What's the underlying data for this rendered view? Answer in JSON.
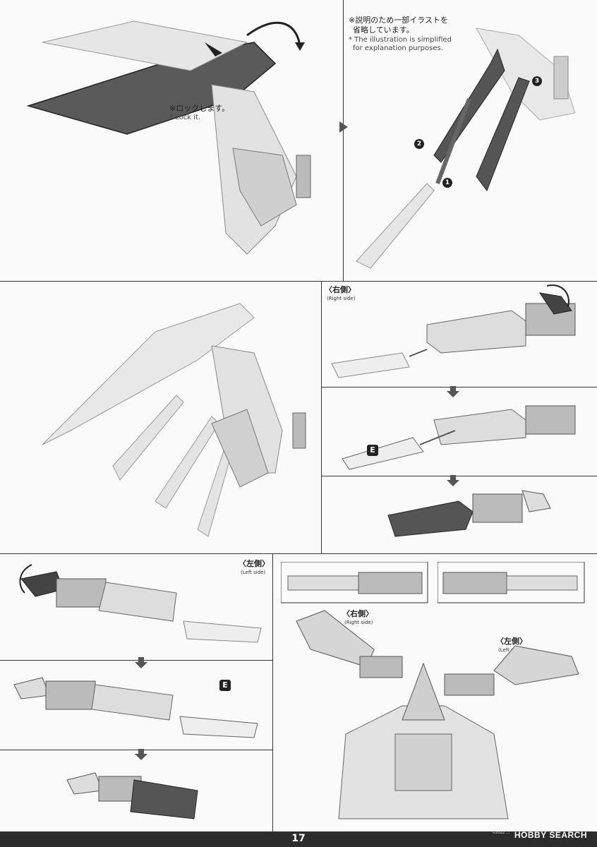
{
  "top_left_note": {
    "jp": "※ロックします。",
    "en": "* Lock it."
  },
  "top_right_note": {
    "jp_line1": "※説明のため一部イラストを",
    "jp_line2": "省略しています。",
    "en_line1": "* The illustration is simplified",
    "en_line2": "for explanation purposes."
  },
  "steps": [
    "1",
    "2",
    "3"
  ],
  "right_side": {
    "jp": "〈右側〉",
    "en": "(Right side)"
  },
  "left_side": {
    "jp": "〈左側〉",
    "en": "(Left side)"
  },
  "part_badge": "E",
  "page_number": "17",
  "watermark": "HOBBY SEARCH",
  "watermark_small": "©2022 ..."
}
